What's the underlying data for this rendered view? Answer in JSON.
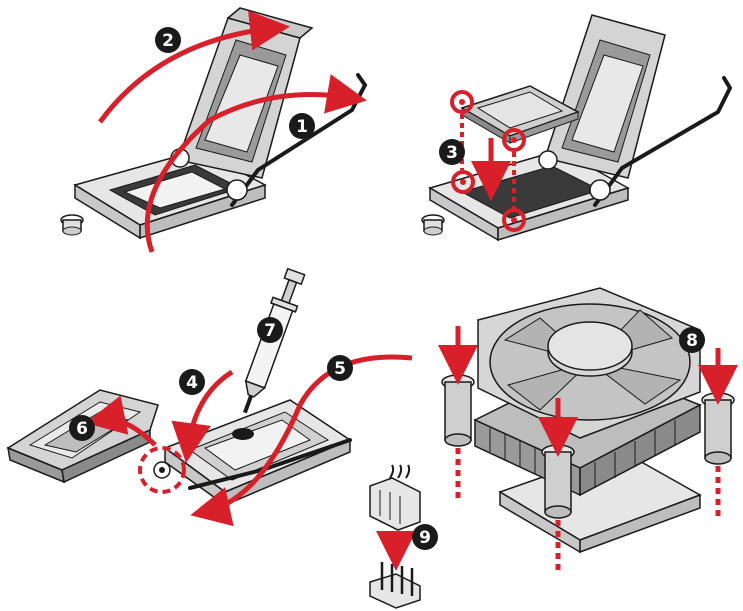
{
  "colors": {
    "accent_red": "#d7202a",
    "step_badge": "#1a1a1a",
    "metal_light": "#e6e6e6",
    "metal_mid": "#c8c8c8",
    "metal_dark": "#8a8a8a",
    "outline": "#1a1a1a"
  },
  "steps": [
    {
      "id": "step-1",
      "label": "1"
    },
    {
      "id": "step-2",
      "label": "2"
    },
    {
      "id": "step-3",
      "label": "3"
    },
    {
      "id": "step-4",
      "label": "4"
    },
    {
      "id": "step-5",
      "label": "5"
    },
    {
      "id": "step-6",
      "label": "6"
    },
    {
      "id": "step-7",
      "label": "7"
    },
    {
      "id": "step-8",
      "label": "8"
    },
    {
      "id": "step-9",
      "label": "9"
    }
  ],
  "icons": [
    "socket-lever-icon",
    "cpu-chip-icon",
    "thermal-paste-syringe-icon",
    "cpu-cooler-icon",
    "fan-connector-icon",
    "push-pin-icon"
  ]
}
